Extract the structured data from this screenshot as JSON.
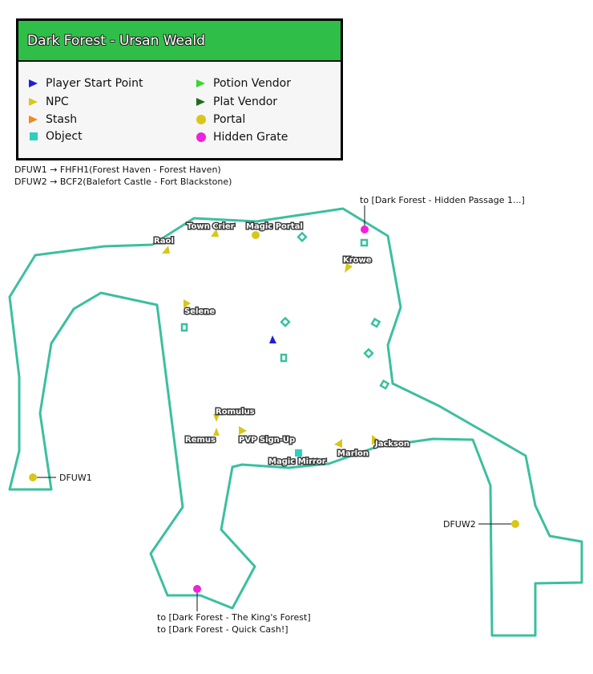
{
  "title": "Dark Forest - Ursan Weald",
  "colors": {
    "header": "#2fbf48",
    "path": "#3bbf9f",
    "player_start": "#2020d0",
    "npc": "#d9c61a",
    "stash": "#f08a1e",
    "object": "#2ecfc0",
    "potion_vendor": "#3bd62e",
    "plat_vendor": "#1e6e1e",
    "portal": "#d9c61a",
    "hidden_grate": "#ee22dd"
  },
  "legend": {
    "player_start": "Player Start Point",
    "npc": "NPC",
    "stash": "Stash",
    "object": "Object",
    "potion_vendor": "Potion Vendor",
    "plat_vendor": "Plat Vendor",
    "portal": "Portal",
    "hidden_grate": "Hidden Grate"
  },
  "mappings": [
    "DFUW1 → FHFH1(Forest Haven - Forest Haven)",
    "DFUW2 → BCF2(Balefort Castle - Fort Blackstone)"
  ],
  "map_labels": {
    "town_crier": "Town Crier",
    "magic_portal": "Magic Portal",
    "raol": "Raol",
    "krowe": "Krowe",
    "selene": "Selene",
    "romulus": "Romulus",
    "remus": "Remus",
    "pvp_signup": "PVP Sign-Up",
    "magic_mirror": "Magic Mirror",
    "marlon": "Marlon",
    "jackson": "Jackson",
    "dfuw1": "DFUW1",
    "dfuw2": "DFUW2",
    "to_hidden_passage": "to [Dark Forest - Hidden Passage 1...]",
    "to_kings_forest": "to [Dark Forest - The King's Forest]",
    "to_quick_cash": "to [Dark Forest - Quick Cash!]"
  }
}
